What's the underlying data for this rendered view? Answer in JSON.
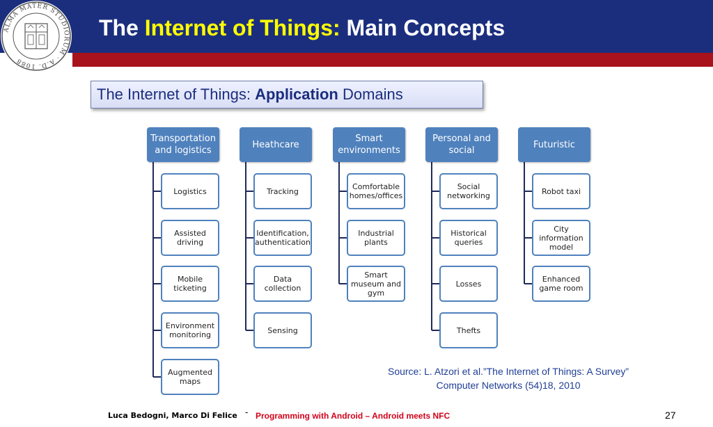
{
  "header": {
    "title_prefix": "The ",
    "title_highlight": "Internet of Things:",
    "title_suffix": " Main Concepts",
    "logo_text": "ALMA MATER STUDIORUM A.D. 1088",
    "colors": {
      "bar": "#1b2e7e",
      "accent": "#a8121c",
      "highlight": "#ffff00"
    }
  },
  "subtitle": {
    "prefix": "The Internet of Things: ",
    "bold": "Application",
    "suffix": " Domains"
  },
  "diagram": {
    "categories": [
      {
        "label": "Transportation and logistics",
        "items": [
          "Logistics",
          "Assisted driving",
          "Mobile ticketing",
          "Environment monitoring",
          "Augmented maps"
        ]
      },
      {
        "label": "Heathcare",
        "items": [
          "Tracking",
          "Identification, authentication",
          "Data collection",
          "Sensing"
        ]
      },
      {
        "label": "Smart environments",
        "items": [
          "Comfortable homes/offices",
          "Industrial plants",
          "Smart museum and gym"
        ]
      },
      {
        "label": "Personal and social",
        "items": [
          "Social networking",
          "Historical queries",
          "Losses",
          "Thefts"
        ]
      },
      {
        "label": "Futuristic",
        "items": [
          "Robot taxi",
          "City information model",
          "Enhanced game room"
        ]
      }
    ],
    "colors": {
      "header_fill": "#4f81bd",
      "item_border": "#4f81bd",
      "connector": "#1f2a5a"
    }
  },
  "source": {
    "line1": "Source: L. Atzori et al.”The Internet of Things: A Survey”",
    "line2": "Computer Networks (54)18, 2010"
  },
  "footer": {
    "authors": "Luca Bedogni, Marco Di Felice",
    "dash": "-",
    "course": "Programming with Android – Android meets NFC",
    "page": "27"
  }
}
